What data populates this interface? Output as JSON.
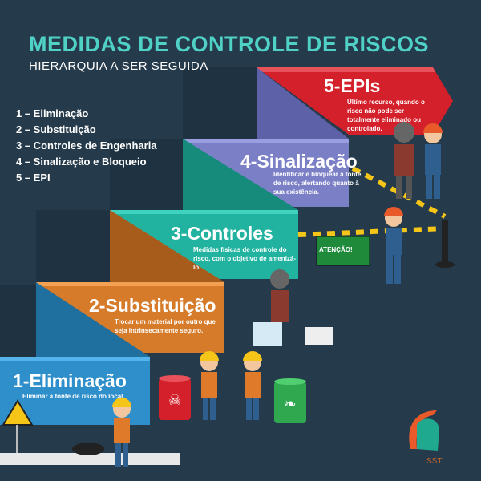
{
  "header": {
    "title": "MEDIDAS DE CONTROLE DE RISCOS",
    "subtitle": "HIERARQUIA A SER SEGUIDA"
  },
  "hierarchy_list": [
    "1 – Eliminação",
    "2 – Substituição",
    "3 – Controles de Engenharia",
    "4 – Sinalização e Bloqueio",
    "5 – EPI"
  ],
  "steps": [
    {
      "title": "1-Eliminação",
      "description": "Eliminar a fonte de risco do local",
      "color": "#2e8fcb"
    },
    {
      "title": "2-Substituição",
      "description": "Trocar um material por outro que seja intrinsecamente seguro.",
      "color": "#d67b2a"
    },
    {
      "title": "3-Controles",
      "description": "Medidas físicas de controle do risco, com o objetivo de amenizá-lo.",
      "color": "#22b3a0"
    },
    {
      "title": "4-Sinalização",
      "description": "Identificar e bloquear a fonte de risco, alertando quanto à sua existência.",
      "color": "#7b7fc6"
    },
    {
      "title": "5-EPIs",
      "description": "Último recurso, quando o risco não pode ser totalmente eliminado ou controlado.",
      "color": "#d3202a"
    }
  ],
  "sign": {
    "label": "ATENÇÃO!"
  },
  "logo": {
    "text": "SST"
  },
  "colors": {
    "background": "#253a4b",
    "title": "#4fd1c5"
  }
}
